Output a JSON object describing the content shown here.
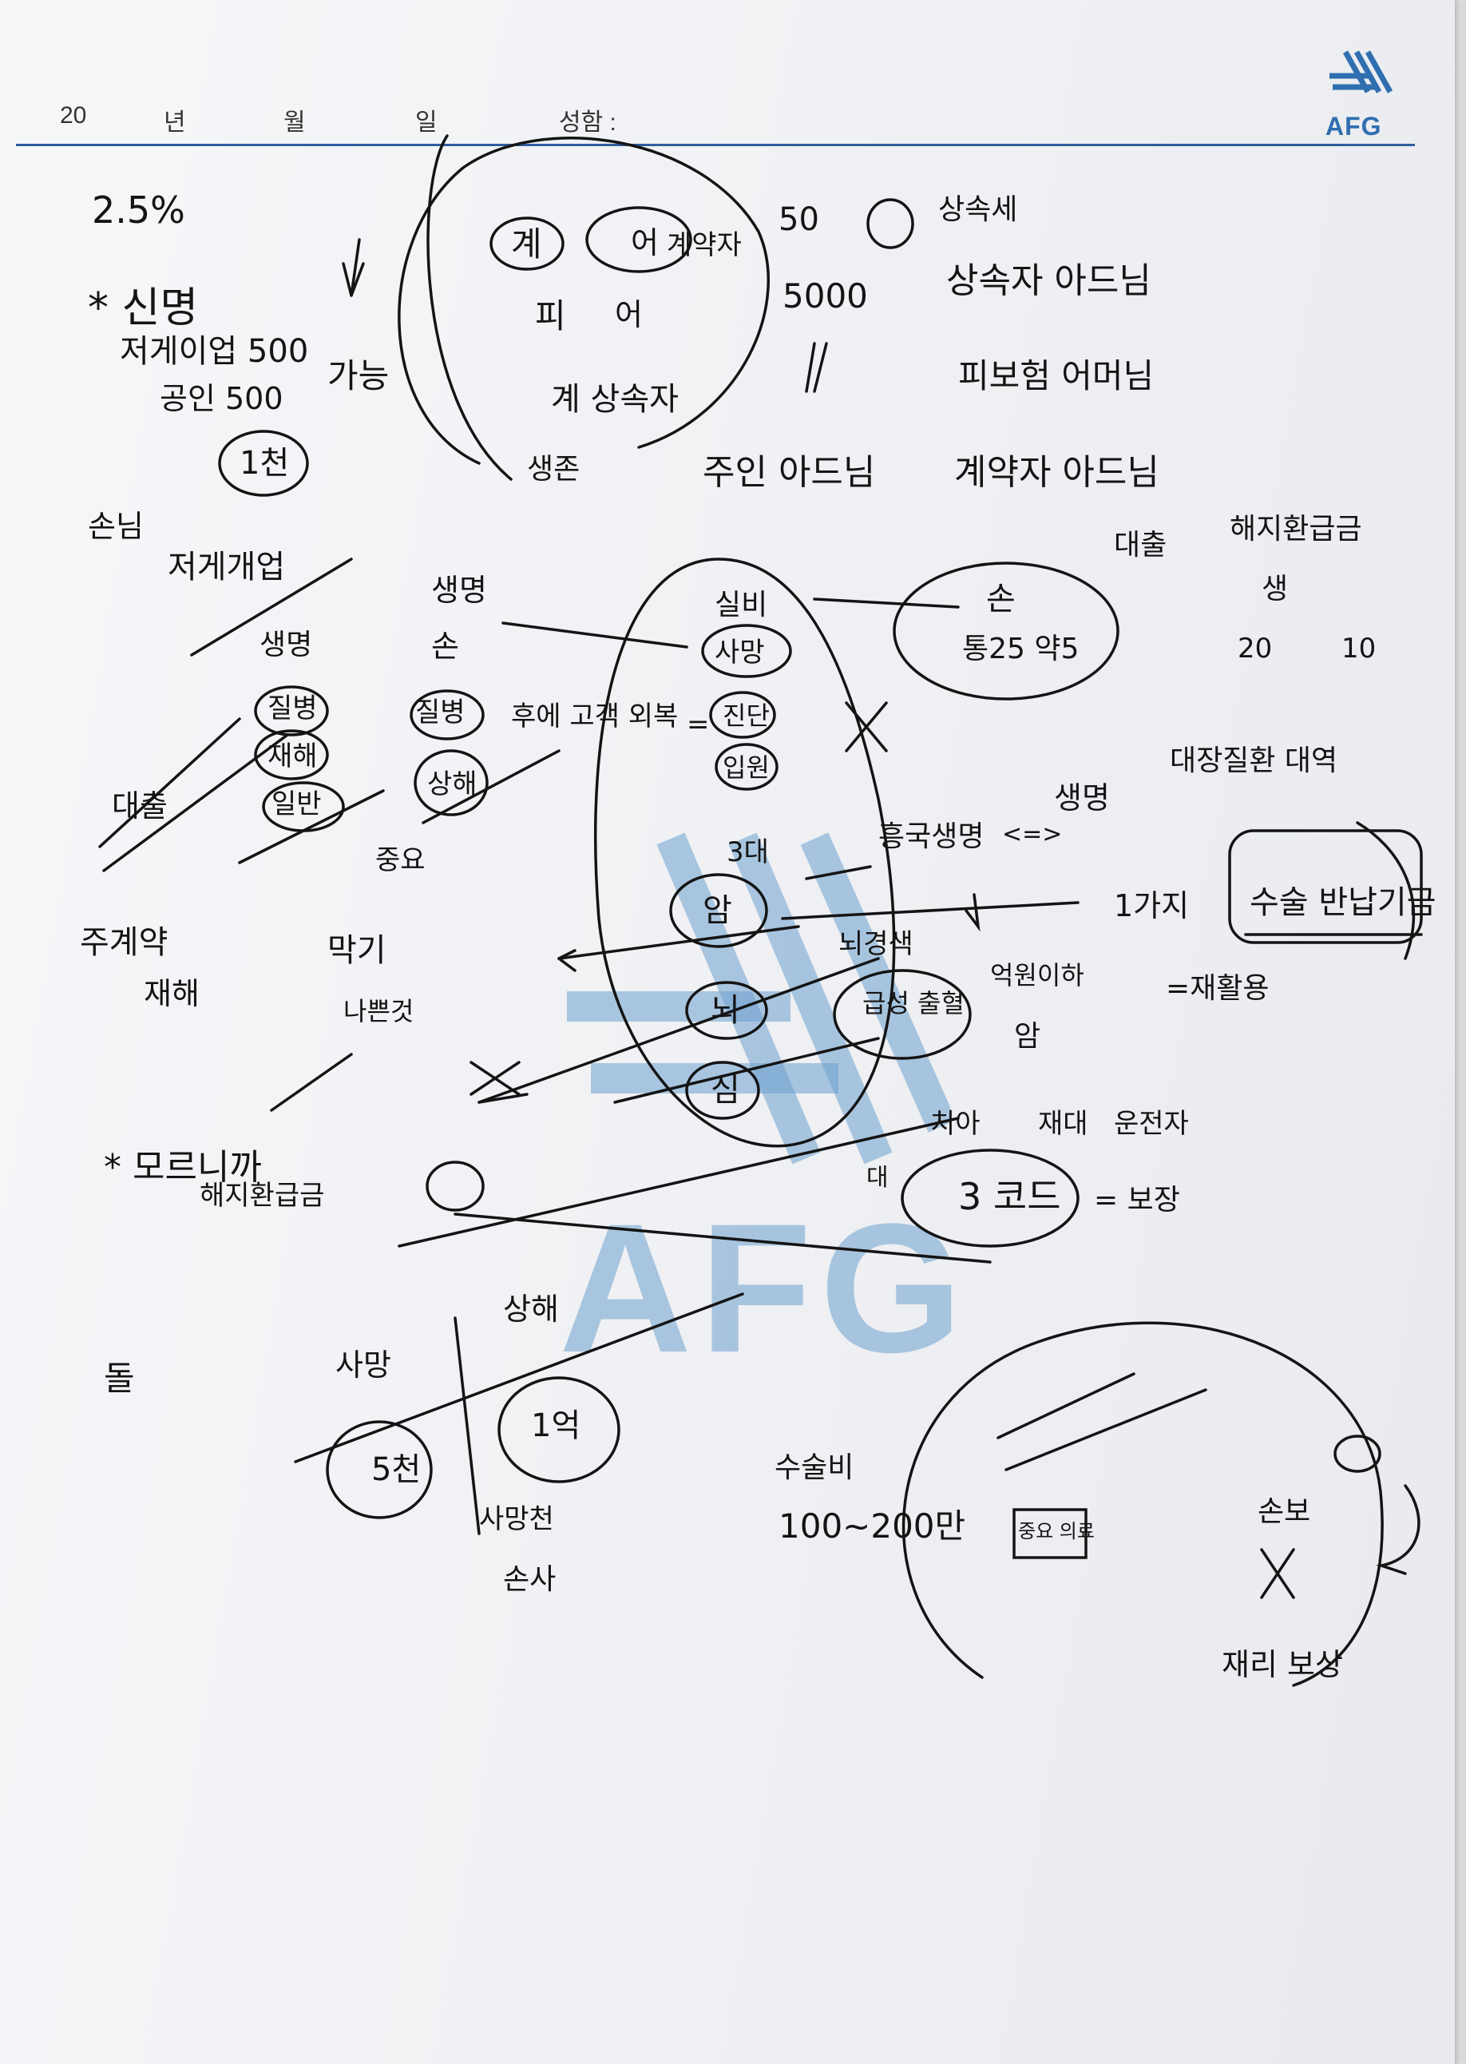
{
  "header": {
    "year_label": "20",
    "year_unit": "년",
    "month_unit": "월",
    "day_unit": "일",
    "name_label": "성함 :",
    "brand": "AFG"
  },
  "watermark": {
    "brand": "AFG",
    "color": "#6ea0cd"
  },
  "colors": {
    "accent": "#2f5f9e",
    "ink": "#141414"
  },
  "notes": {
    "pct": "2.5%",
    "life_star": "* 신명",
    "savings": "저게이업 500",
    "public": "공인 500",
    "possible": "가능",
    "gift": "손님",
    "cert": "1천",
    "savings_risk": "저게개업",
    "life1": "생명",
    "life2": "생명",
    "son1": "손",
    "disease1": "질병",
    "disease2": "질병",
    "disaster": "재해",
    "general": "일반",
    "injury": "상해",
    "outpatient": "후에 고객 외복",
    "important": "중요",
    "loan": "대출",
    "juje": "주계약",
    "disaster2": "재해",
    "block": "막기",
    "bad": "나쁜것",
    "mo": "* 모르니까",
    "haji": "해지환급금",
    "contractor_a": "계",
    "contractor_b": "어",
    "contract_label": "계약자",
    "insured_a": "피",
    "insured_b": "어",
    "heir_label": "계 상속자",
    "pension": "상속세",
    "num_50": "50",
    "num_5000": "5000",
    "not_heir": "상속자 아드님",
    "insured_mom": "피보험 어머님",
    "contractor_son": "계약자 아드님",
    "owner_son": "주인 아드님",
    "survival": "생존",
    "haeji_top": "해지환급금",
    "loan_top": "대출",
    "saeng": "생",
    "n20": "20",
    "n10": "10",
    "sil": "실비",
    "death": "사망",
    "diag": "진단",
    "jinbi": "입원",
    "hand": "손",
    "tong": "통25 약5",
    "eq": "=",
    "three": "3대",
    "cancer": "암",
    "brain": "뇌",
    "heart": "심",
    "stroke": "뇌경색",
    "acute": "급성 출혈",
    "heungguk": "흥국생명",
    "equal_arrow": "<=>",
    "life_mid": "생명",
    "great_disease": "대장질환 대역",
    "one_thing": "1가지",
    "surgery_return": "수술 반납기금",
    "eq_rehab": "=재활용",
    "eok": "억원이하",
    "am": "암",
    "chi": "치아",
    "jae": "재대",
    "un": "운전자",
    "three_code": "3 코드",
    "bug": "= 보장",
    "dae": "대",
    "dol": "돌",
    "death2": "사망",
    "injury2": "상해",
    "5cheon": "5천",
    "1eok": "1억",
    "death_cheon": "사망천",
    "sonsa": "손사",
    "surgery_fee": "수술비",
    "range": "100~200만",
    "jungbu": "중요 의료",
    "sonbo": "손보",
    "jaeri": "재리 보상",
    "x": "X"
  }
}
